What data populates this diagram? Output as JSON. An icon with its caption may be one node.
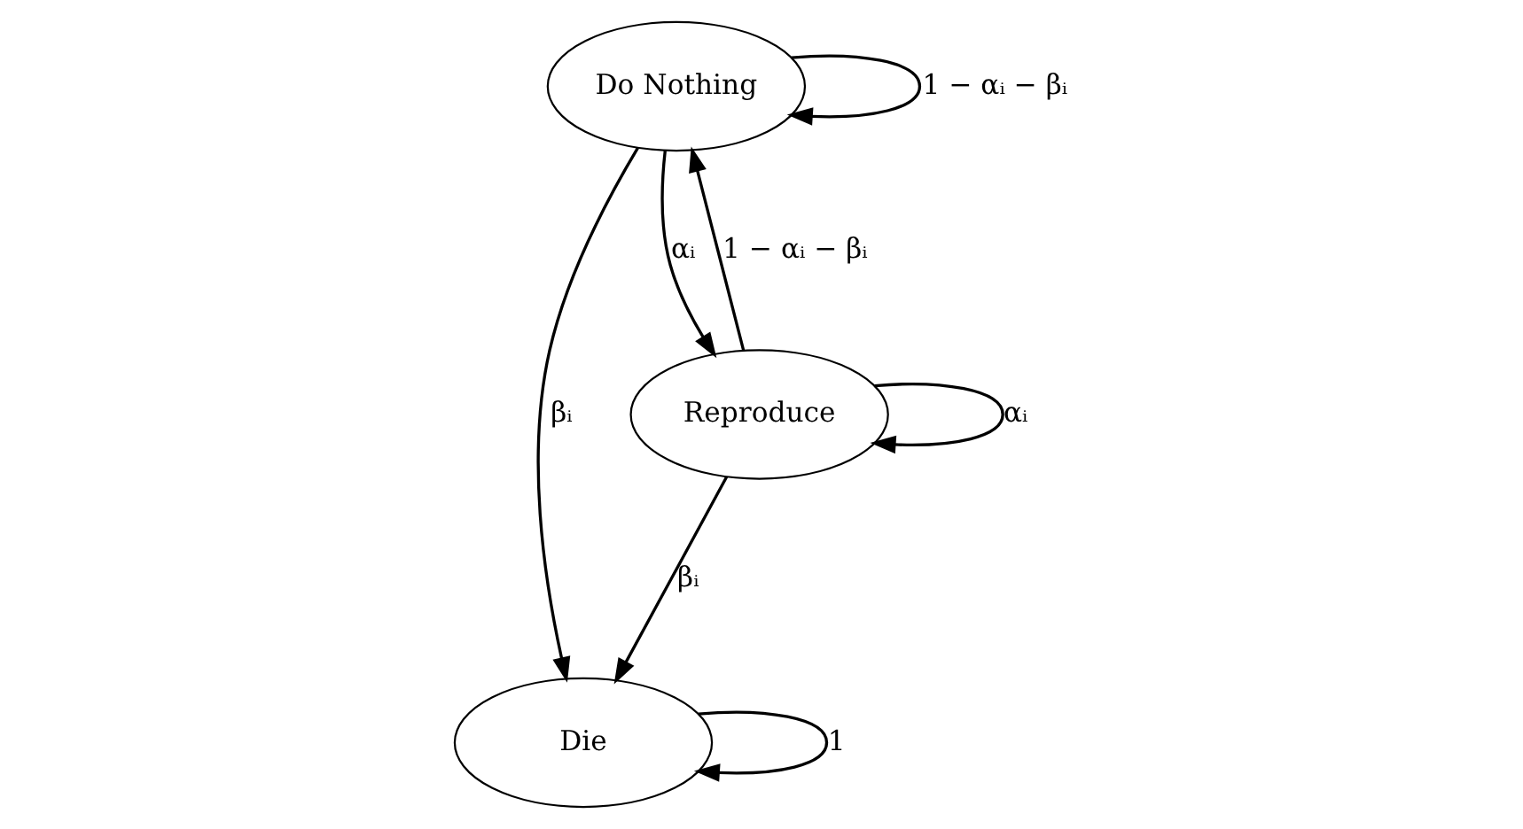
{
  "diagram": {
    "nodes": [
      {
        "text": [
          "Die"
        ]
      },
      {
        "text": [
          "Do Nothing"
        ]
      },
      {
        "text": [
          "Reproduce"
        ]
      }
    ],
    "edges": [
      {
        "from": 0,
        "to": 0,
        "arrow": "to",
        "label": "1"
      },
      {
        "from": 1,
        "to": 1,
        "arrow": "to",
        "label": "1 − αᵢ − βᵢ"
      },
      {
        "from": 1,
        "to": 0,
        "arrow": "to",
        "label": "βᵢ"
      },
      {
        "from": 2,
        "to": 0,
        "arrow": "to",
        "label": "βᵢ"
      },
      {
        "from": 2,
        "to": 1,
        "arrow": "to",
        "label": "1 − αᵢ − βᵢ"
      },
      {
        "from": 1,
        "to": 2,
        "arrow": "to",
        "label": "αᵢ"
      },
      {
        "from": 2,
        "to": 2,
        "arrow": "to",
        "label": "αᵢ"
      }
    ]
  }
}
